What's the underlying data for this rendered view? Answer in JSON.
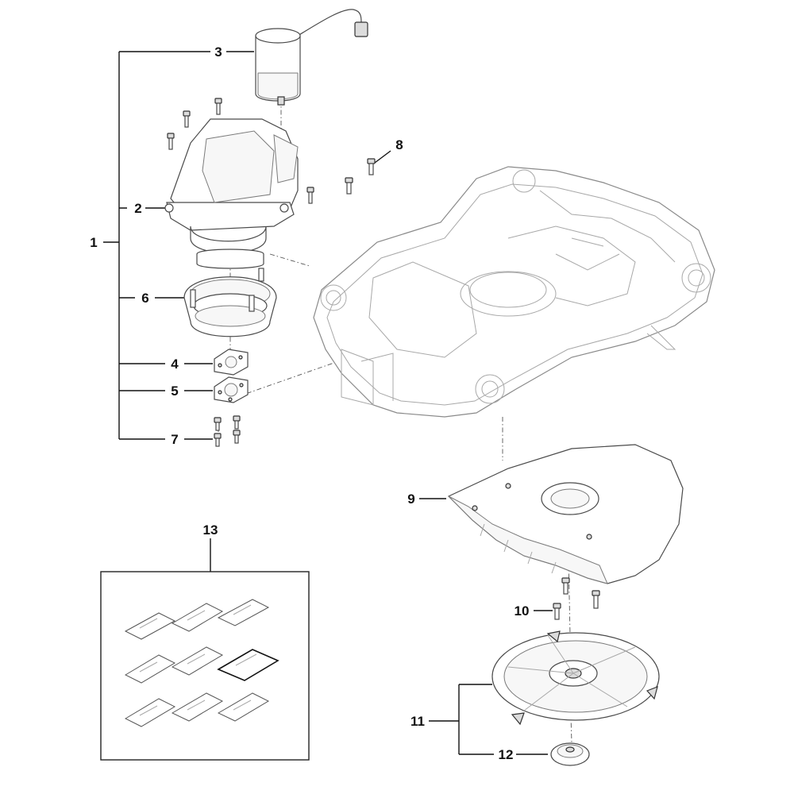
{
  "diagram": {
    "callouts": {
      "c1": "1",
      "c2": "2",
      "c3": "3",
      "c4": "4",
      "c5": "5",
      "c6": "6",
      "c7": "7",
      "c8": "8",
      "c9": "9",
      "c10": "10",
      "c11": "11",
      "c12": "12",
      "c13": "13"
    }
  }
}
